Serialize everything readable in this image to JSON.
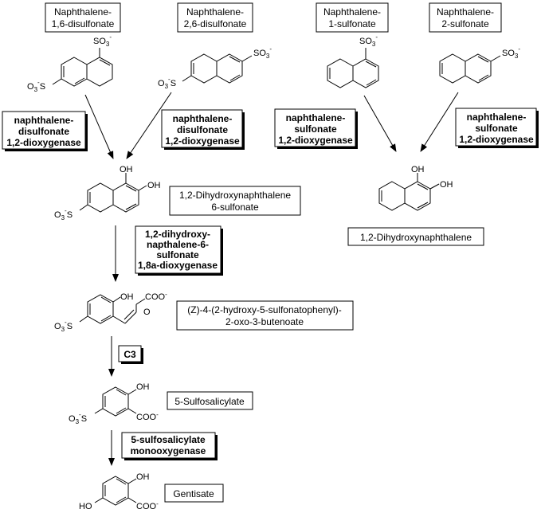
{
  "compounds": {
    "n16": [
      "Naphthalene-",
      "1,6-disulfonate"
    ],
    "n26": [
      "Naphthalene-",
      "2,6-disulfonate"
    ],
    "n1s": [
      "Naphthalene-",
      "1-sulfonate"
    ],
    "n2s": [
      "Naphthalene-",
      "2-sulfonate"
    ],
    "dhns": [
      "1,2-Dihydroxynaphthalene",
      "6-sulfonate"
    ],
    "dhn": [
      "1,2-Dihydroxynaphthalene"
    ],
    "hsob": [
      "(Z)-4-(2-hydroxy-5-sulfonatophenyl)-",
      "2-oxo-3-butenoate"
    ],
    "ssa": [
      "5-Sulfosalicylate"
    ],
    "gen": [
      "Gentisate"
    ]
  },
  "enzymes": {
    "nddA": [
      "naphthalene-",
      "disulfonate",
      "1,2-dioxygenase"
    ],
    "nddB": [
      "naphthalene-",
      "disulfonate",
      "1,2-dioxygenase"
    ],
    "nsdA": [
      "naphthalene-",
      "sulfonate",
      "1,2-dioxygenase"
    ],
    "nsdB": [
      "naphthalene-",
      "sulfonate",
      "1,2-dioxygenase"
    ],
    "dhnd": [
      "1,2-dihydroxy-",
      "napthalene-6-",
      "sulfonate",
      "1,8a-dioxygenase"
    ],
    "c3": [
      "C3"
    ],
    "ssm": [
      "5-sulfosalicylate",
      "monooxygenase"
    ]
  },
  "atoms": {
    "so3": "SO",
    "o3s": "O",
    "so3_3": "3",
    "minus": "-",
    "s": "S",
    "oh": "OH",
    "ho": "HO",
    "coo": "COO",
    "o": "O"
  }
}
